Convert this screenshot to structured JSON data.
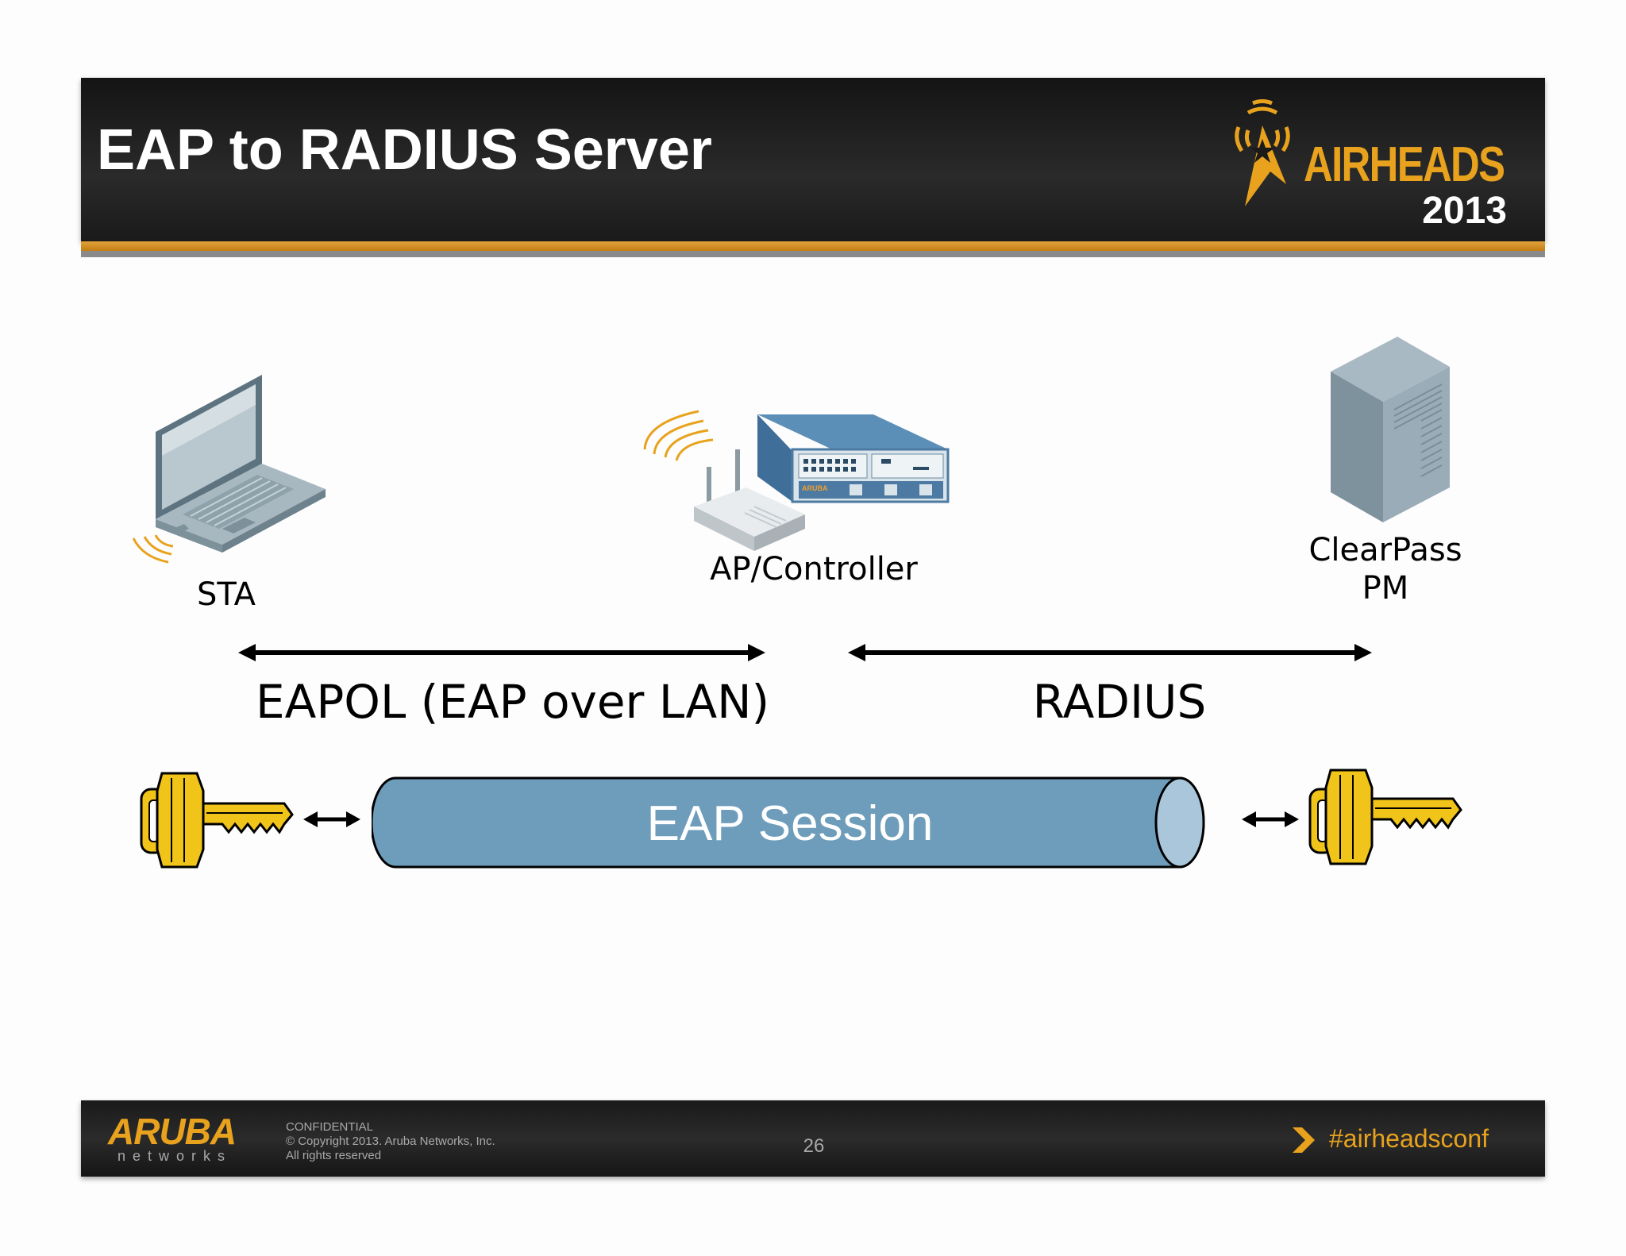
{
  "header": {
    "title": "EAP to RADIUS Server",
    "logo": {
      "text": "AIRHEADS",
      "year": "2013"
    }
  },
  "diagram": {
    "nodes": {
      "sta": "STA",
      "ap_controller": "AP/Controller",
      "server_line1": "ClearPass",
      "server_line2": "PM"
    },
    "links": {
      "eapol": "EAPOL (EAP over LAN)",
      "radius": "RADIUS"
    },
    "session": "EAP Session",
    "controller_brand": "ARUBA"
  },
  "footer": {
    "brand": "ARUBA",
    "brand_sub": "networks",
    "confidential": "CONFIDENTIAL",
    "copyright": "© Copyright 2013. Aruba Networks, Inc.",
    "rights": "All rights reserved",
    "page_number": "26",
    "hashtag": "#airheadsconf"
  },
  "colors": {
    "accent_orange": "#e8a21d",
    "tube_blue": "#6d9dbb",
    "key_gold": "#f0c419"
  }
}
